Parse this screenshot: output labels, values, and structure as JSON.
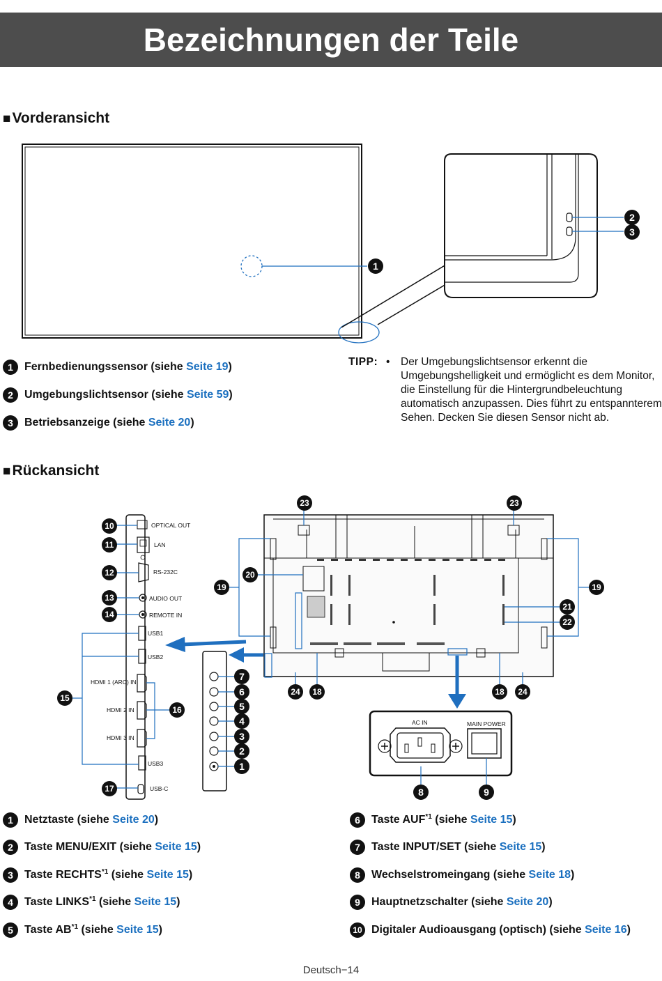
{
  "page_title": "Bezeichnungen der Teile",
  "front": {
    "heading": "Vorderansicht",
    "items": [
      {
        "n": "1",
        "label": "Fernbedienungssensor (siehe ",
        "link": "Seite 19",
        "close": ")"
      },
      {
        "n": "2",
        "label": "Umgebungslichtsensor (siehe ",
        "link": "Seite 59",
        "close": ")"
      },
      {
        "n": "3",
        "label": "Betriebsanzeige (siehe ",
        "link": "Seite 20",
        "close": ")"
      }
    ],
    "callouts": [
      "1",
      "2",
      "3"
    ]
  },
  "tip": {
    "label": "TIPP:",
    "bullet": "•",
    "text": "Der Umgebungslichtsensor erkennt die Umgebungshelligkeit und ermöglicht es dem Monitor, die Einstellung für die Hintergrundbeleuchtung automatisch anzupassen. Dies führt zu entspannterem Sehen. Decken Sie diesen Sensor nicht ab."
  },
  "rear": {
    "heading": "Rückansicht",
    "ports": {
      "optical_out": "OPTICAL OUT",
      "lan": "LAN",
      "rs232c": "RS-232C",
      "audio_out": "AUDIO OUT",
      "remote_in": "REMOTE IN",
      "usb1": "USB1",
      "usb2": "USB2",
      "hdmi1": "HDMI 1 (ARC) IN",
      "hdmi2": "HDMI 2 IN",
      "hdmi3": "HDMI 3 IN",
      "usb3": "USB3",
      "usbc": "USB-C"
    },
    "power_panel": {
      "ac_in": "AC IN",
      "main_power": "MAIN POWER"
    },
    "callouts": [
      "1",
      "2",
      "3",
      "4",
      "5",
      "6",
      "7",
      "8",
      "9",
      "10",
      "11",
      "12",
      "13",
      "14",
      "15",
      "16",
      "17",
      "18",
      "19",
      "20",
      "21",
      "22",
      "23",
      "24"
    ],
    "items_left": [
      {
        "n": "1",
        "label": "Netztaste (siehe ",
        "link": "Seite 20",
        "close": ")"
      },
      {
        "n": "2",
        "label": "Taste MENU/EXIT (siehe ",
        "link": "Seite 15",
        "close": ")"
      },
      {
        "n": "3",
        "label": "Taste RECHTS",
        "sup": "*1",
        "label2": " (siehe ",
        "link": "Seite 15",
        "close": ")"
      },
      {
        "n": "4",
        "label": "Taste LINKS",
        "sup": "*1",
        "label2": " (siehe ",
        "link": "Seite 15",
        "close": ")"
      },
      {
        "n": "5",
        "label": "Taste AB",
        "sup": "*1",
        "label2": " (siehe ",
        "link": "Seite 15",
        "close": ")"
      }
    ],
    "items_right": [
      {
        "n": "6",
        "label": "Taste AUF",
        "sup": "*1",
        "label2": " (siehe ",
        "link": "Seite 15",
        "close": ")"
      },
      {
        "n": "7",
        "label": "Taste INPUT/SET (siehe ",
        "link": "Seite 15",
        "close": ")"
      },
      {
        "n": "8",
        "label": "Wechselstromeingang (siehe ",
        "link": "Seite 18",
        "close": ")"
      },
      {
        "n": "9",
        "label": "Hauptnetzschalter (siehe ",
        "link": "Seite 20",
        "close": ")"
      },
      {
        "n": "10",
        "label": "Digitaler Audioausgang (optisch) (siehe ",
        "link": "Seite 16",
        "close": ")"
      }
    ]
  },
  "footer": "Deutsch−14",
  "colors": {
    "title_bg": "#4d4d4d",
    "link": "#1a6fbf",
    "arrow": "#1f6fbf"
  }
}
